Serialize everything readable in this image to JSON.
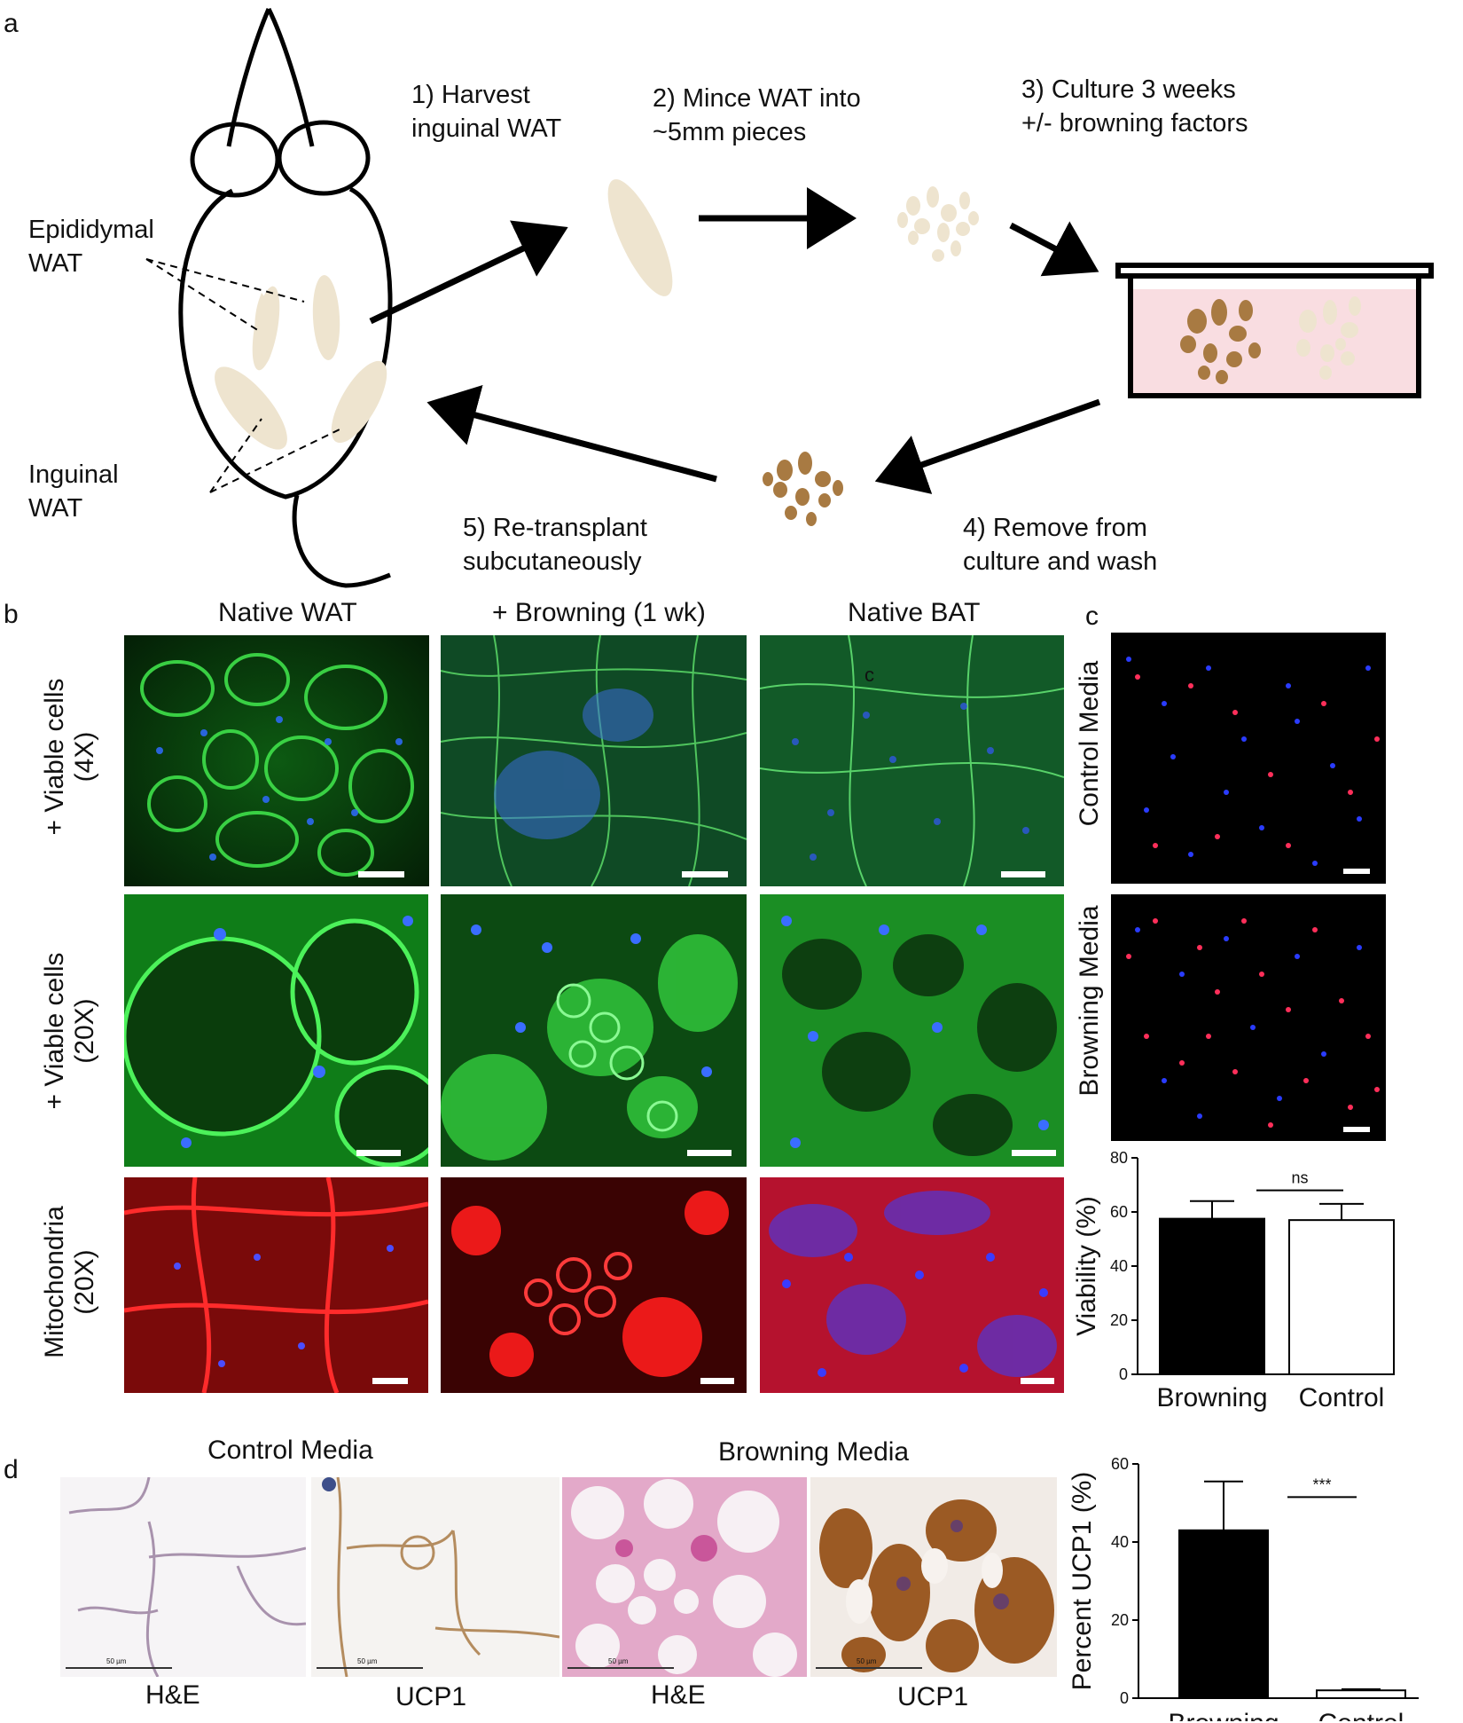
{
  "panel_labels": {
    "a": "a",
    "b": "b",
    "c": "c",
    "d": "d"
  },
  "schematic": {
    "labels": {
      "epididymal": "Epididymal\nWAT",
      "inguinal": "Inguinal\nWAT"
    },
    "steps": [
      "1) Harvest\ninguinal WAT",
      "2) Mince WAT into\n~5mm pieces",
      "3) Culture 3 weeks\n+/- browning factors",
      "4) Remove from\nculture and wash",
      "5) Re-transplant\nsubcutaneously"
    ]
  },
  "panel_b": {
    "columns": [
      "Native WAT",
      "+ Browning (1 wk)",
      "Native BAT"
    ],
    "rows": [
      "+ Viable cells\n(4X)",
      "+ Viable cells\n(20X)",
      "Mitochondria\n(20X)"
    ],
    "inset_letter": "c"
  },
  "panel_c": {
    "image_labels": [
      "Control Media",
      "Browning Media"
    ]
  },
  "panel_d": {
    "groups": [
      "Control Media",
      "Browning Media"
    ],
    "stains": [
      "H&E",
      "UCP1",
      "H&E",
      "UCP1"
    ],
    "scale_label": "50 µm"
  },
  "chart_data": [
    {
      "type": "bar",
      "categories": [
        "Browning",
        "Control"
      ],
      "values": [
        57.5,
        57
      ],
      "errors": [
        6.5,
        6
      ],
      "bar_fill": [
        "#000000",
        "#ffffff"
      ],
      "ylabel": "Viability (%)",
      "ylim": [
        0,
        80
      ],
      "yticks": [
        0,
        20,
        40,
        60,
        80
      ],
      "significance": "ns",
      "grid": false
    },
    {
      "type": "bar",
      "categories": [
        "Browning",
        "Control"
      ],
      "values": [
        43,
        2
      ],
      "errors": [
        12.5,
        0.3
      ],
      "bar_fill": [
        "#000000",
        "#ffffff"
      ],
      "ylabel": "Percent UCP1 (%)",
      "ylim": [
        0,
        60
      ],
      "yticks": [
        0,
        20,
        40,
        60
      ],
      "significance": "***",
      "grid": false
    }
  ]
}
